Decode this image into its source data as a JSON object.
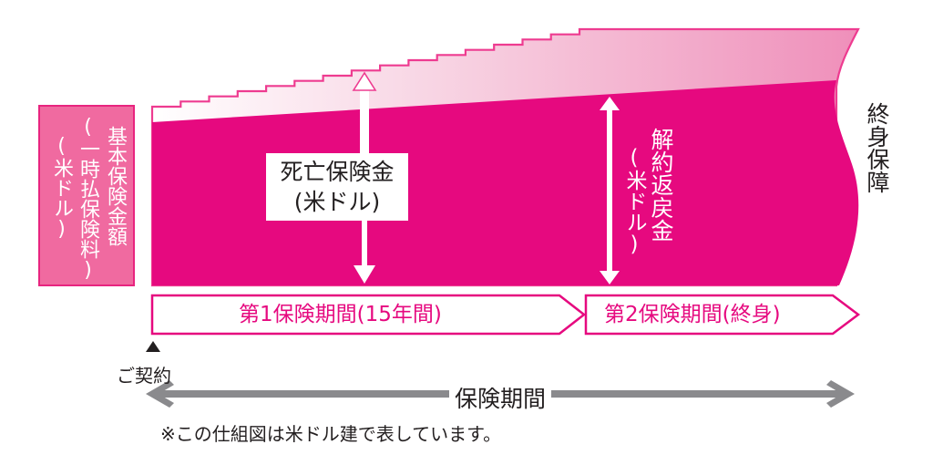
{
  "colors": {
    "magenta": "#e6097f",
    "left_box_fill": "#f06aa0",
    "outline": "#e8247f",
    "gray_arrow": "#8a8a8d",
    "text_dark": "#231f20"
  },
  "left_box": {
    "line1": "基本保険金額",
    "line2": "(一時払保険料)",
    "line3": "(米ドル)"
  },
  "death_benefit": {
    "line1": "死亡保険金",
    "line2": "(米ドル)"
  },
  "surrender_value": {
    "line1": "解約返戻金",
    "line2": "(米ドル)"
  },
  "lifetime_coverage": "終身保障",
  "periods": [
    {
      "label": "第1保険期間(15年間)"
    },
    {
      "label": "第2保険期間(終身)"
    }
  ],
  "contract_marker": {
    "icon": "triangle-up-icon",
    "label": "ご契約"
  },
  "insurance_term": "保険期間",
  "footnote": "※この仕組図は米ドル建で表しています。",
  "step_count": 15
}
